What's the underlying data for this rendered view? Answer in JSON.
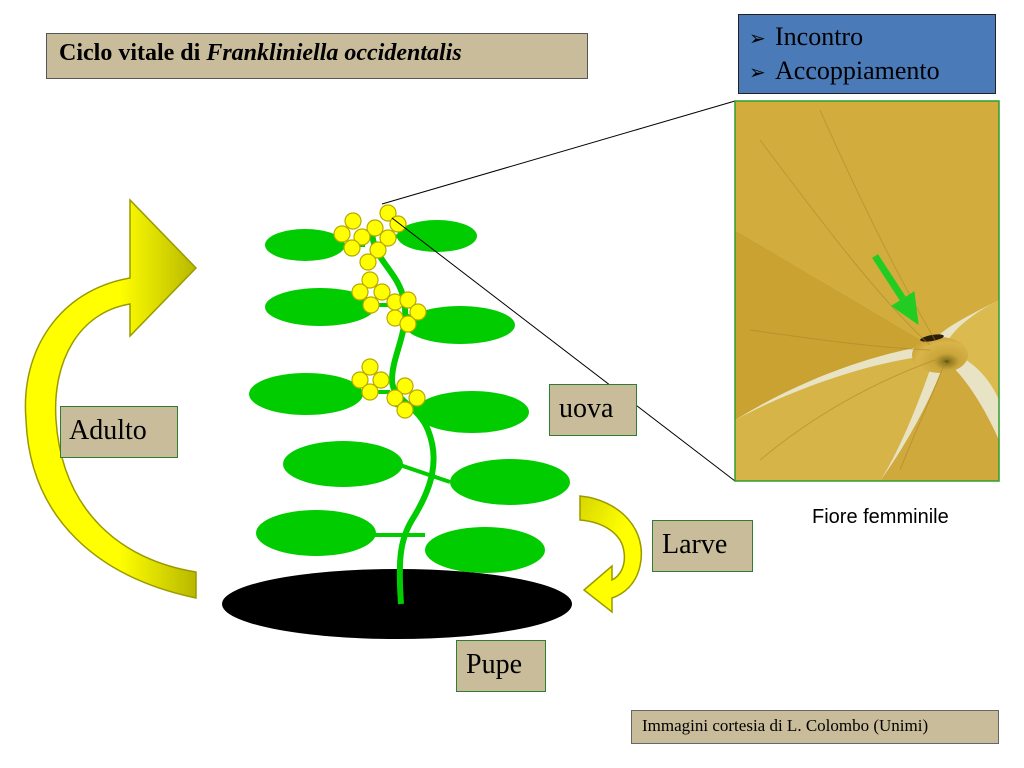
{
  "title": {
    "prefix": "Ciclo vitale di",
    "species": "Frankliniella occidentalis"
  },
  "info_box": {
    "items": [
      "Incontro",
      "Accoppiamento"
    ]
  },
  "stages": {
    "adult": "Adulto",
    "eggs": "uova",
    "larvae": "Larve",
    "pupae": "Pupe"
  },
  "photo_caption": "Fiore femminile",
  "credit": "Immagini cortesia di L. Colombo (Unimi)",
  "colors": {
    "leaf": "#00cc00",
    "flower_cluster": "#ffff00",
    "arrow_fill": "#ffff00",
    "arrow_shade": "#c8c800",
    "soil": "#000000",
    "label_bg": "#c9bc9a",
    "info_bg": "#4a7ab7",
    "photo_arrow": "#22cc22"
  }
}
